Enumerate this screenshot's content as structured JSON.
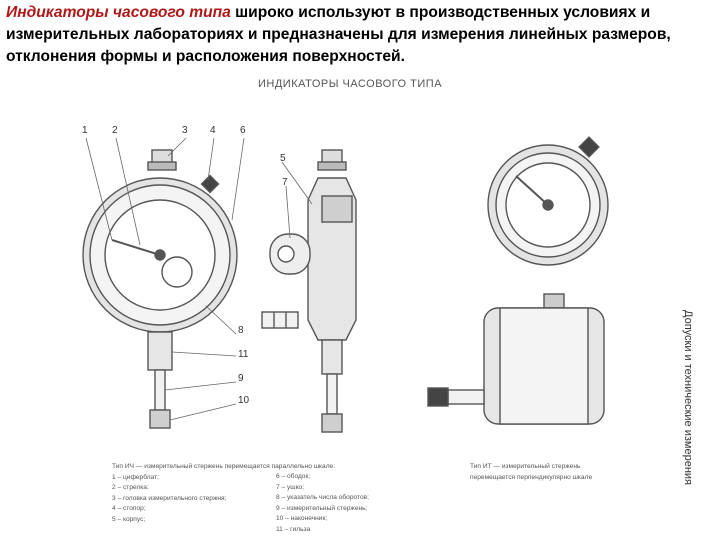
{
  "intro": {
    "accent": "Индикаторы часового типа",
    "rest": " широко используют в производственных условиях и измерительных лабораториях и предназначены для измерения линейных размеров, отклонения формы и расположения поверхностей."
  },
  "plate": {
    "title": "ИНДИКАТОРЫ ЧАСОВОГО ТИПА",
    "side_left": "",
    "side_right_top": "",
    "side_right_bottom": "Допуски и технические измерения",
    "callouts_top": [
      "1",
      "2",
      "3",
      "4",
      "6"
    ],
    "callouts_right": [
      "8",
      "11",
      "9",
      "10"
    ],
    "callouts_side": [
      "5",
      "7"
    ],
    "caption_ich": [
      "Тип ИЧ — измерительный стержень перемещается параллельно шкале:",
      "1 – циферблат;",
      "2 – стрелка;",
      "3 – головка измерительного стержня;",
      "4 – стопор;",
      "5 – корпус;"
    ],
    "caption_ich_col2": [
      "6 – ободок;",
      "7 – ушко;",
      "8 – указатель числа оборотов;",
      "9 – измерительный стержень;",
      "10 – наконечник;",
      "11 – гильза"
    ],
    "caption_it": [
      "Тип ИТ — измерительный стержень",
      "перемещается перпендикулярно шкале"
    ]
  },
  "colors": {
    "accent": "#b01818",
    "line": "#555555",
    "fill": "#e8e8e8",
    "dark": "#333333"
  }
}
